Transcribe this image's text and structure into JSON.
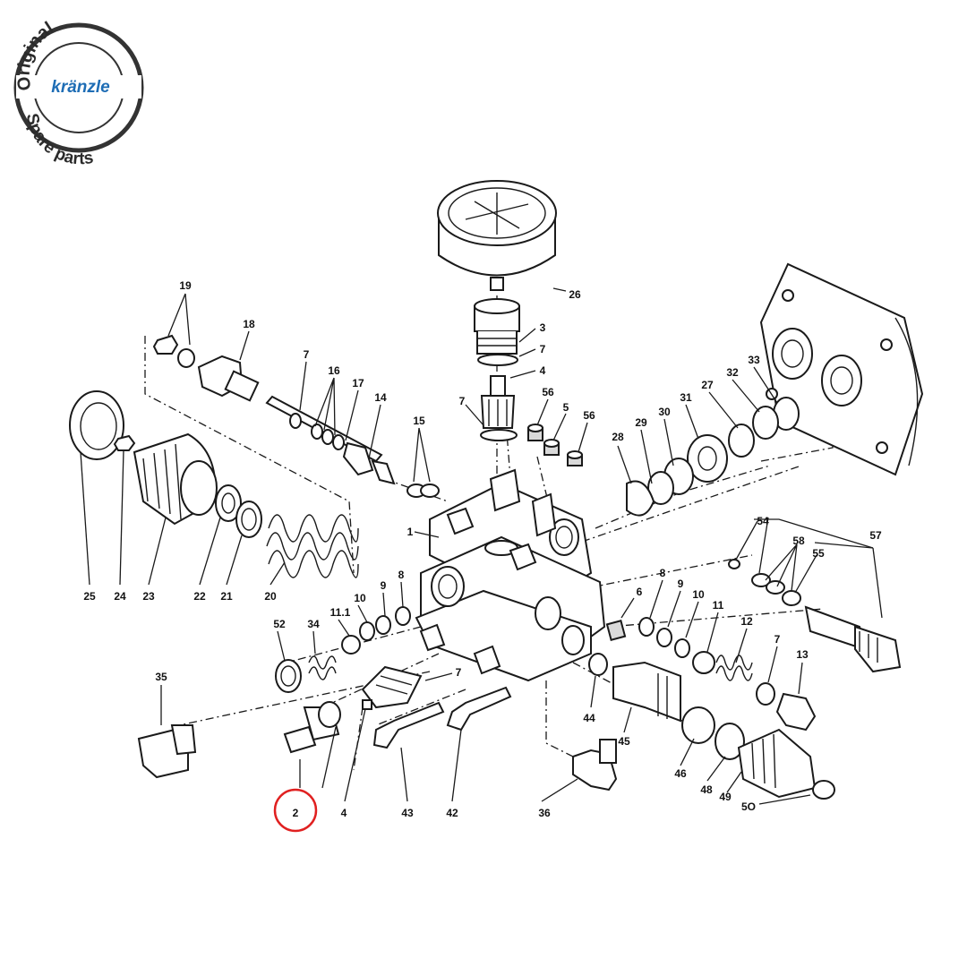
{
  "logo": {
    "top_text": "Original",
    "brand": "kränzle",
    "bottom_text": "Spare parts",
    "brand_color": "#1e6db5",
    "ring_color": "#333333"
  },
  "highlight": {
    "label": "2",
    "color": "#e02020"
  },
  "labels": {
    "p1": "1",
    "p2": "2",
    "p3": "3",
    "p4a": "4",
    "p4b": "4",
    "p5": "5",
    "p6": "6",
    "p7a": "7",
    "p7b": "7",
    "p7c": "7",
    "p7d": "7",
    "p7e": "7",
    "p8a": "8",
    "p8b": "8",
    "p9a": "9",
    "p9b": "9",
    "p10a": "10",
    "p10b": "10",
    "p11": "11",
    "p11_1": "11.1",
    "p12": "12",
    "p13": "13",
    "p14": "14",
    "p15": "15",
    "p16": "16",
    "p17": "17",
    "p18": "18",
    "p19": "19",
    "p20": "20",
    "p21": "21",
    "p22": "22",
    "p23": "23",
    "p24": "24",
    "p25": "25",
    "p26": "26",
    "p27": "27",
    "p28": "28",
    "p29": "29",
    "p30": "30",
    "p31": "31",
    "p32": "32",
    "p33": "33",
    "p34": "34",
    "p35": "35",
    "p36": "36",
    "p42": "42",
    "p43": "43",
    "p44": "44",
    "p45": "45",
    "p46": "46",
    "p48": "48",
    "p49": "49",
    "p50": "5O",
    "p52": "52",
    "p54": "54",
    "p55": "55",
    "p56a": "56",
    "p56b": "56",
    "p57": "57",
    "p58": "58"
  }
}
